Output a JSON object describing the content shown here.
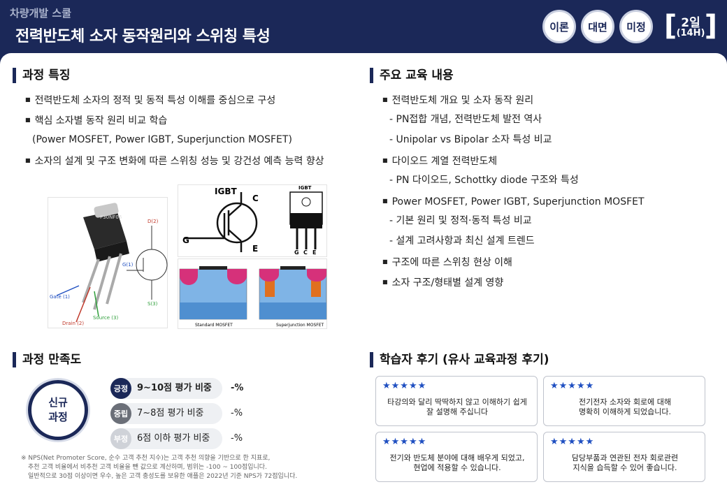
{
  "header": {
    "school": "차량개발 스쿨",
    "title": "전력반도체 소자 동작원리와 스위칭 특성",
    "badges": [
      "이론",
      "대면",
      "미정"
    ],
    "duration_days": "2일",
    "duration_hours": "(14H)"
  },
  "features": {
    "title": "과정 특징",
    "items": [
      "전력반도체 소자의 정적 및 동적 특성 이해를 중심으로 구성",
      "핵심 소자별 동작 원리 비교 학습",
      "(Power MOSFET, Power IGBT, Superjunction MOSFET)",
      "소자의 설계 및 구조 변화에 따른 스위칭 성능 및 강건성 예측 능력 향상"
    ]
  },
  "images": {
    "mosfet_part": "P30NF06",
    "labels": {
      "d2": "D(2)",
      "g1": "G(1)",
      "s3": "S(3)",
      "gate": "Gate (1)",
      "drain": "Drain (2)",
      "source": "Source (3)",
      "igbt": "IGBT",
      "c": "C",
      "g": "G",
      "e": "E",
      "pkg_igbt": "IGBT",
      "pin_g": "G",
      "pin_c": "C",
      "pin_e": "E",
      "std_mosfet": "Standard MOSFET",
      "sj_mosfet": "Superjunction MOSFET"
    }
  },
  "curriculum": {
    "title": "주요 교육 내용",
    "items": [
      {
        "kind": "b",
        "text": "전력반도체 개요 및 소자 동작 원리"
      },
      {
        "kind": "s",
        "text": "- PN접합 개념, 전력반도체 발전 역사"
      },
      {
        "kind": "s",
        "text": "- Unipolar vs Bipolar 소자 특성 비교"
      },
      {
        "kind": "b",
        "text": "다이오드 계열 전력반도체"
      },
      {
        "kind": "s",
        "text": "- PN 다이오드, Schottky diode 구조와 특성"
      },
      {
        "kind": "b",
        "text": "Power MOSFET, Power IGBT, Superjunction MOSFET"
      },
      {
        "kind": "s",
        "text": "- 기본 원리 및 정적·동적 특성 비교"
      },
      {
        "kind": "s",
        "text": "- 설계 고려사항과 최신 설계 트렌드"
      },
      {
        "kind": "b",
        "text": "구조에 따른 스위칭 현상 이해"
      },
      {
        "kind": "b",
        "text": "소자 구조/형태별 설계 영향"
      }
    ]
  },
  "satisfaction": {
    "title": "과정 만족도",
    "circle_line1": "신규",
    "circle_line2": "과정",
    "rows": [
      {
        "tag": "긍정",
        "label": "9~10점 평가 비중",
        "value": "-%",
        "color": "#1b2858"
      },
      {
        "tag": "중립",
        "label": "7~8점 평가 비중",
        "value": "-%",
        "color": "#6b6f78"
      },
      {
        "tag": "부정",
        "label": "6점 이하 평가 비중",
        "value": "-%",
        "color": "#cfd2d8"
      }
    ],
    "note": [
      "※ NPS(Net Promoter Score, 순수 고객 추천 지수)는 고객 추천 의향을 기반으로 한 지표로,",
      "추천 고객 비율에서 비추천 고객 비율을 뺀 값으로 계산하며, 범위는 -100 ~ 100점입니다.",
      "일반적으로 30점 이상이면 우수, 높은 고객 충성도를 보유한 애플은 2022년 기준 NPS가 72점입니다."
    ]
  },
  "reviews": {
    "title": "학습자 후기 (유사 교육과정 후기)",
    "stars": "★★★★★",
    "items": [
      {
        "line1": "타강의와 달리 딱딱하지 않고 이해하기 쉽게",
        "line2": "잘 설명해 주십니다"
      },
      {
        "line1": "전기전자 소자와 회로에 대해",
        "line2": "명확히 이해하게 되었습니다."
      },
      {
        "line1": "전기와 반도체 분야에 대해 배우게 되었고,",
        "line2": "현업에 적용할 수 있습니다."
      },
      {
        "line1": "담당부품과 연관된 전자 회로관련",
        "line2": "지식을 습득할 수 있어 좋습니다."
      }
    ]
  }
}
